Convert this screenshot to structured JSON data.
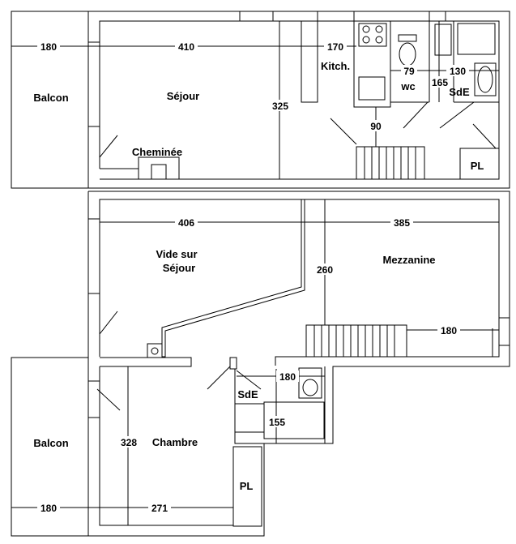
{
  "rooms": {
    "balcon_top": "Balcon",
    "sejour": "Séjour",
    "kitchen": "Kitch.",
    "wc": "wc",
    "sde_top": "SdE",
    "pl_top": "PL",
    "cheminee": "Cheminée",
    "vide_line1": "Vide sur",
    "vide_line2": "Séjour",
    "mezzanine": "Mezzanine",
    "sde_bottom": "SdE",
    "chambre": "Chambre",
    "balcon_bottom": "Balcon",
    "pl_bottom": "PL"
  },
  "dimensions": {
    "balcon_top_width": "180",
    "sejour_width": "410",
    "kitchen_width": "170",
    "sejour_depth": "325",
    "wc_width": "79",
    "sde_top_width": "130",
    "sde_top_depth": "165",
    "stair_width": "90",
    "vide_width": "406",
    "mezzanine_width": "385",
    "mezzanine_depth": "260",
    "mezzanine_stair": "180",
    "sde_bottom_width": "180",
    "sde_bottom_depth": "155",
    "chambre_depth": "328",
    "balcon_bottom_width": "180",
    "chambre_width": "271"
  }
}
